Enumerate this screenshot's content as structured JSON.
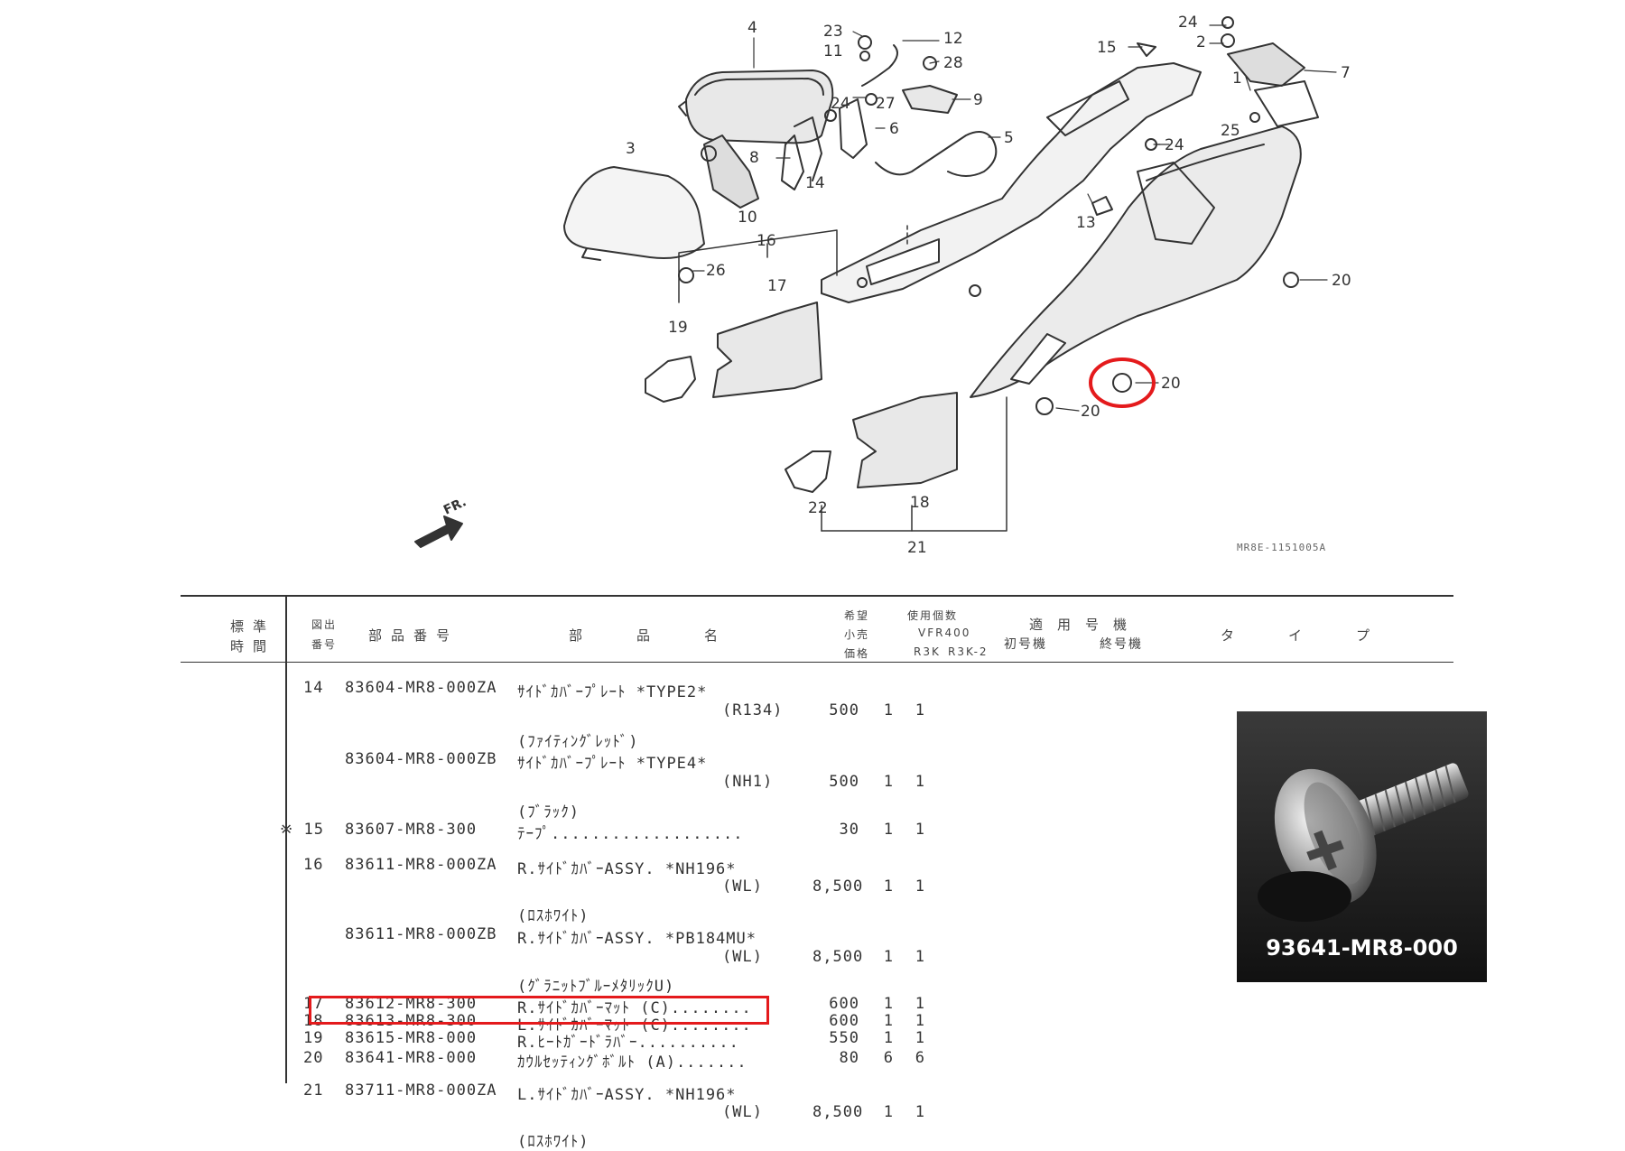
{
  "diagram": {
    "callouts": [
      {
        "id": "c4",
        "text": "4"
      },
      {
        "id": "c23",
        "text": "23"
      },
      {
        "id": "c12",
        "text": "12"
      },
      {
        "id": "c11",
        "text": "11"
      },
      {
        "id": "c28",
        "text": "28"
      },
      {
        "id": "c24a",
        "text": "24"
      },
      {
        "id": "c2",
        "text": "2"
      },
      {
        "id": "c15",
        "text": "15"
      },
      {
        "id": "c7",
        "text": "7"
      },
      {
        "id": "c1",
        "text": "1"
      },
      {
        "id": "c9",
        "text": "9"
      },
      {
        "id": "c27",
        "text": "27"
      },
      {
        "id": "c24b",
        "text": "24"
      },
      {
        "id": "c6",
        "text": "6"
      },
      {
        "id": "c25",
        "text": "25"
      },
      {
        "id": "c24c",
        "text": "24"
      },
      {
        "id": "c8",
        "text": "8"
      },
      {
        "id": "c5",
        "text": "5"
      },
      {
        "id": "c3",
        "text": "3"
      },
      {
        "id": "c14",
        "text": "14"
      },
      {
        "id": "c10",
        "text": "10"
      },
      {
        "id": "c13",
        "text": "13"
      },
      {
        "id": "c16",
        "text": "16"
      },
      {
        "id": "c26",
        "text": "26"
      },
      {
        "id": "c17",
        "text": "17"
      },
      {
        "id": "c20a",
        "text": "20"
      },
      {
        "id": "c19",
        "text": "19"
      },
      {
        "id": "c20b",
        "text": "20"
      },
      {
        "id": "c20c",
        "text": "20"
      },
      {
        "id": "c22",
        "text": "22"
      },
      {
        "id": "c18",
        "text": "18"
      },
      {
        "id": "c21",
        "text": "21"
      }
    ],
    "front_marker": "FR.",
    "ref_code": "MR8E-1151005A",
    "highlight_color": "#e41a1c"
  },
  "table": {
    "headers": {
      "std_time": [
        "標準",
        "時間"
      ],
      "ref_no": [
        "図出",
        "番号"
      ],
      "part_no": "部品番号",
      "part_name": "部品名",
      "price": [
        "希望",
        "小売",
        "価格"
      ],
      "qty": "使用個数",
      "qty_model": "VFR400",
      "qty_cols": [
        "R3K",
        "R3K-2"
      ],
      "serial": "適用号機",
      "serial_first": "初号機",
      "serial_last": "終号機",
      "type": "タイプ"
    },
    "rows": [
      {
        "ref": "14",
        "part": "83604-MR8-000ZA",
        "name": "ｻｲﾄﾞｶﾊﾞｰﾌﾟﾚｰﾄ *TYPE2*",
        "price": "",
        "q1": "",
        "q2": ""
      },
      {
        "ref": "",
        "part": "",
        "name": "(R134)",
        "price": "500",
        "q1": "1",
        "q2": "1"
      },
      {
        "ref": "",
        "part": "",
        "name": "(ﾌｧｲﾃｨﾝｸﾞﾚｯﾄﾞ)",
        "price": "",
        "q1": "",
        "q2": ""
      },
      {
        "ref": "",
        "part": "83604-MR8-000ZB",
        "name": "ｻｲﾄﾞｶﾊﾞｰﾌﾟﾚｰﾄ *TYPE4*",
        "price": "",
        "q1": "",
        "q2": ""
      },
      {
        "ref": "",
        "part": "",
        "name": "(NH1)",
        "price": "500",
        "q1": "1",
        "q2": "1"
      },
      {
        "ref": "",
        "part": "",
        "name": "(ﾌﾞﾗｯｸ)",
        "price": "",
        "q1": "",
        "q2": ""
      },
      {
        "ref": "※ 15",
        "part": "83607-MR8-300",
        "name": "ﾃｰﾌﾟ...................",
        "price": "30",
        "q1": "1",
        "q2": "1"
      },
      {
        "ref": "16",
        "part": "83611-MR8-000ZA",
        "name": "R.ｻｲﾄﾞｶﾊﾞｰASSY. *NH196*",
        "price": "",
        "q1": "",
        "q2": ""
      },
      {
        "ref": "",
        "part": "",
        "name": "(WL)",
        "price": "8,500",
        "q1": "1",
        "q2": "1"
      },
      {
        "ref": "",
        "part": "",
        "name": "(ﾛｽﾎﾜｲﾄ)",
        "price": "",
        "q1": "",
        "q2": ""
      },
      {
        "ref": "",
        "part": "83611-MR8-000ZB",
        "name": "R.ｻｲﾄﾞｶﾊﾞｰASSY. *PB184MU*",
        "price": "",
        "q1": "",
        "q2": ""
      },
      {
        "ref": "",
        "part": "",
        "name": "(WL)",
        "price": "8,500",
        "q1": "1",
        "q2": "1"
      },
      {
        "ref": "",
        "part": "",
        "name": "(ｸﾞﾗﾆｯﾄﾌﾞﾙｰﾒﾀﾘｯｸU)",
        "price": "",
        "q1": "",
        "q2": ""
      },
      {
        "ref": "17",
        "part": "83612-MR8-300",
        "name": "R.ｻｲﾄﾞｶﾊﾞｰﾏｯﾄ (C)........",
        "price": "600",
        "q1": "1",
        "q2": "1"
      },
      {
        "ref": "18",
        "part": "83613-MR8-300",
        "name": "L.ｻｲﾄﾞｶﾊﾞｰﾏｯﾄ (C)........",
        "price": "600",
        "q1": "1",
        "q2": "1"
      },
      {
        "ref": "19",
        "part": "83615-MR8-000",
        "name": "R.ﾋｰﾄｶﾞｰﾄﾞﾗﾊﾞｰ..........",
        "price": "550",
        "q1": "1",
        "q2": "1"
      },
      {
        "ref": "20",
        "part": "83641-MR8-000",
        "name": "ｶｳﾙｾｯﾃｨﾝｸﾞﾎﾞﾙﾄ (A).......",
        "price": "80",
        "q1": "6",
        "q2": "6"
      },
      {
        "ref": "21",
        "part": "83711-MR8-000ZA",
        "name": "L.ｻｲﾄﾞｶﾊﾞｰASSY. *NH196*",
        "price": "",
        "q1": "",
        "q2": ""
      },
      {
        "ref": "",
        "part": "",
        "name": "(WL)",
        "price": "8,500",
        "q1": "1",
        "q2": "1"
      },
      {
        "ref": "",
        "part": "",
        "name": "(ﾛｽﾎﾜｲﾄ)",
        "price": "",
        "q1": "",
        "q2": ""
      }
    ]
  },
  "photo": {
    "caption": "93641-MR8-000"
  }
}
